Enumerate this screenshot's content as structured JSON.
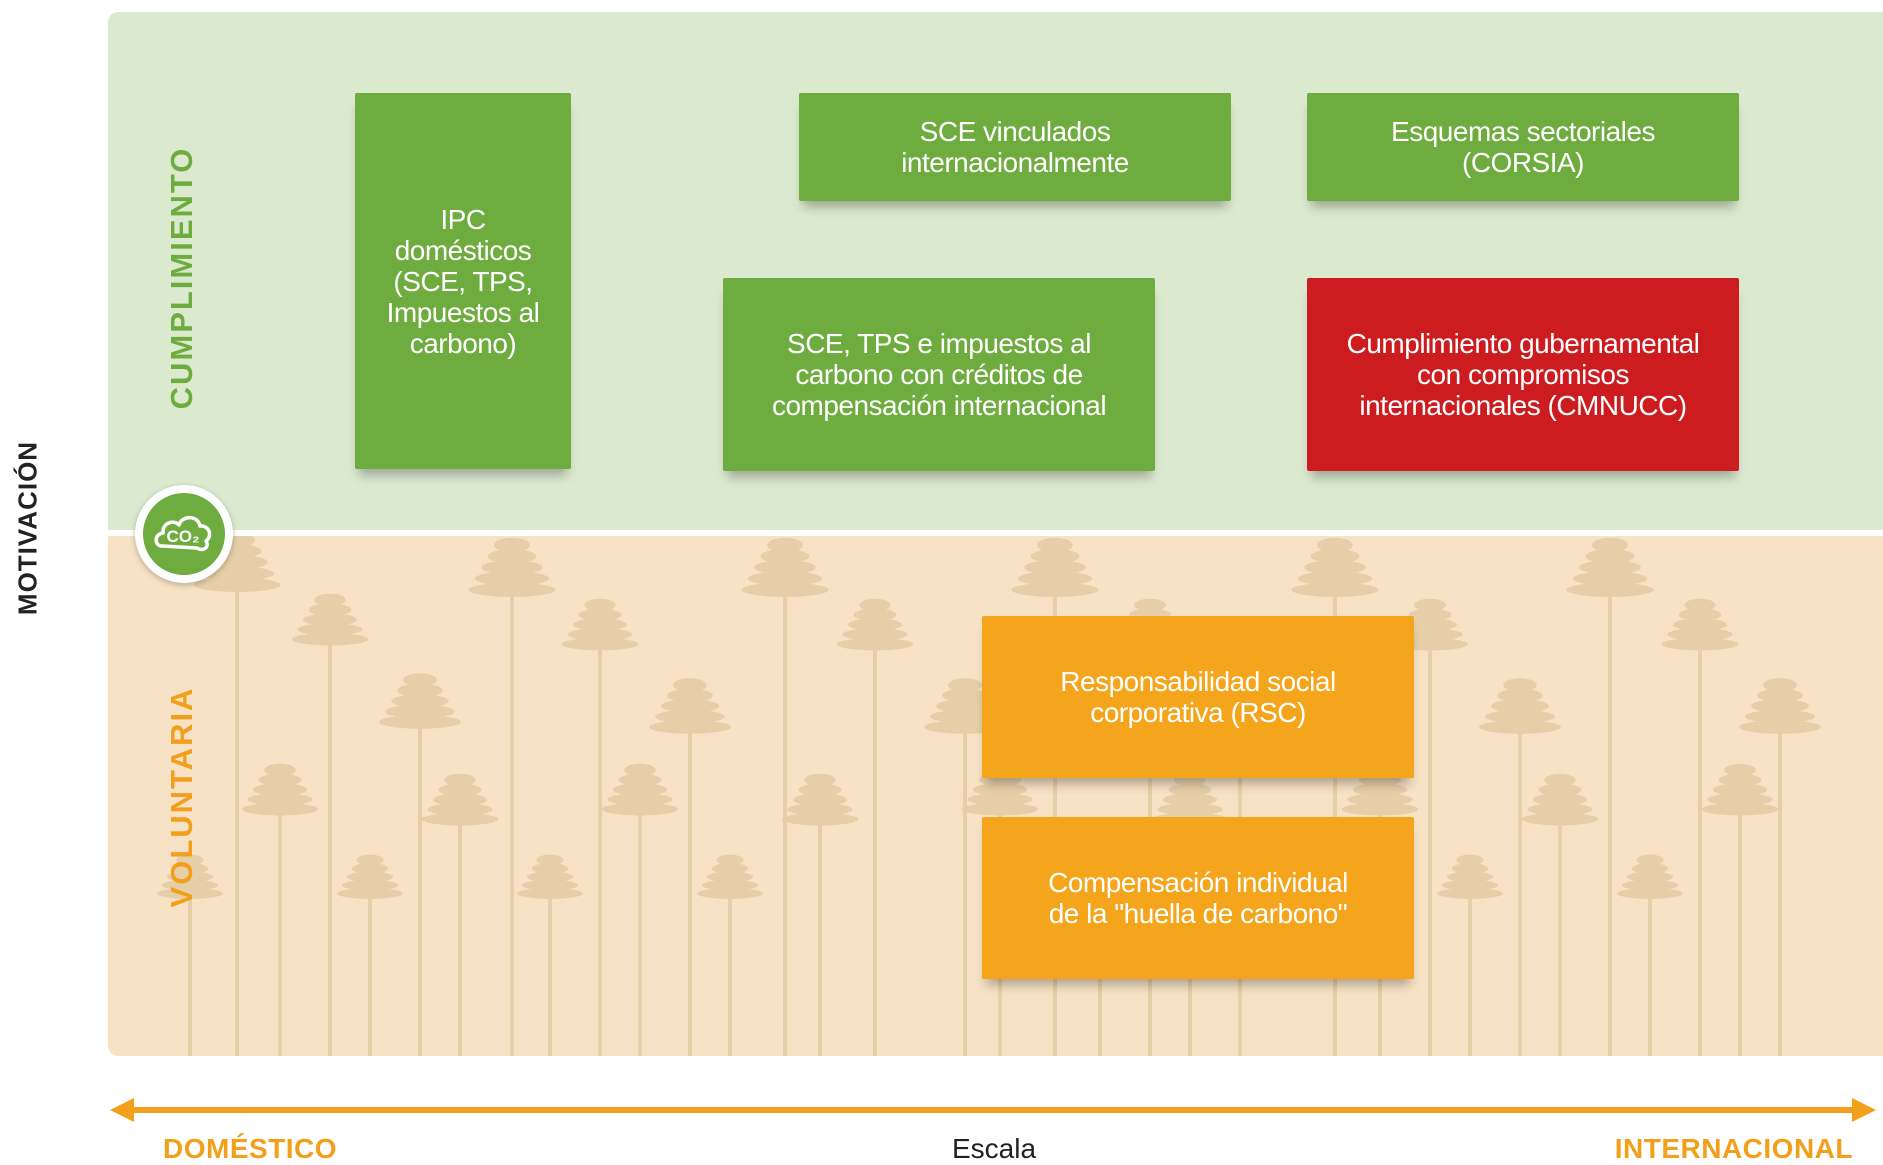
{
  "colors": {
    "compliance_bg": "#dbe9cf",
    "voluntary_bg": "#f7e2c5",
    "green_box": "#6fac3f",
    "red_box": "#cc1c1f",
    "orange_box": "#f5a51b",
    "compliance_label": "#6fac3f",
    "voluntary_label": "#f2a01b",
    "axis": "#f2a01b",
    "tree": "#e6cfa8"
  },
  "y_axis": {
    "label": "MOTIVACIÓN"
  },
  "zones": {
    "compliance": "CUMPLIMIENTO",
    "voluntary": "VOLUNTARIA"
  },
  "badge": {
    "icon": "co2-cloud-icon",
    "text": "CO₂"
  },
  "boxes": {
    "ipc": "IPC\ndomésticos\n(SCE, TPS,\nImpuestos al\ncarbono)",
    "sce_linked": "SCE vinculados\ninternacionalmente",
    "sectoral": "Esquemas sectoriales\n(CORSIA)",
    "sce_tps_offsets": "SCE, TPS e impuestos al\ncarbono con créditos de\ncompensación internacional",
    "government": "Cumplimiento gubernamental\ncon compromisos\ninternacionales (CMNUCC)",
    "csr": "Responsabilidad social\ncorporativa (RSC)",
    "footprint": "Compensación individual\nde la \"huella de carbono\""
  },
  "x_axis": {
    "left": "DOMÉSTICO",
    "middle": "Escala",
    "right": "INTERNACIONAL"
  }
}
